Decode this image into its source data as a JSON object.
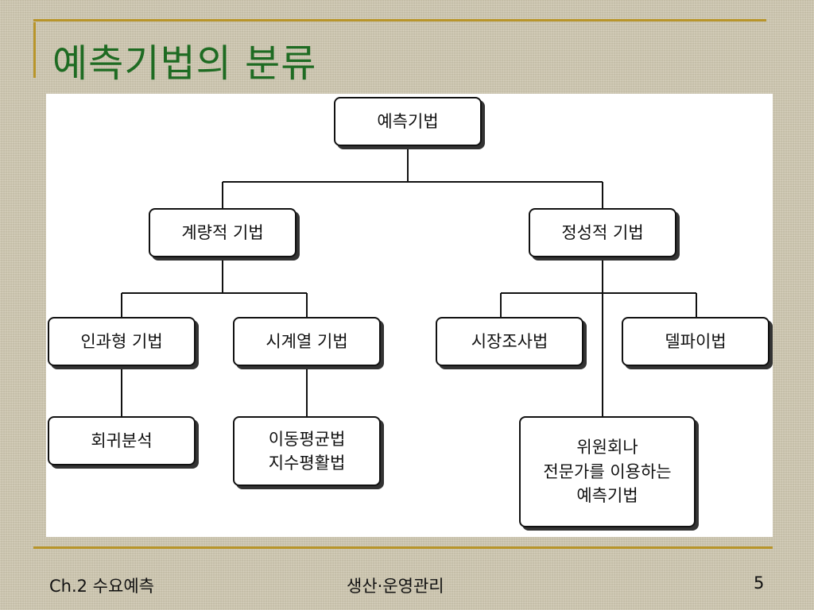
{
  "slide": {
    "title": "예측기법의 분류"
  },
  "diagram": {
    "root": "예측기법",
    "quantitative": "계량적 기법",
    "qualitative": "정성적 기법",
    "causal": "인과형 기법",
    "time_series": "시계열 기법",
    "market_research": "시장조사법",
    "delphi": "델파이법",
    "regression": "회귀분석",
    "moving_average": "이동평균법\n지수평활법",
    "committee": "위원회나\n전문가를 이용하는\n예측기법"
  },
  "footer": {
    "left": "Ch.2 수요예측",
    "center": "생산·운영관리",
    "page": "5"
  },
  "colors": {
    "title": "#1e6b22",
    "accent_rule": "#b8952a",
    "background": "#cdc6ae"
  }
}
